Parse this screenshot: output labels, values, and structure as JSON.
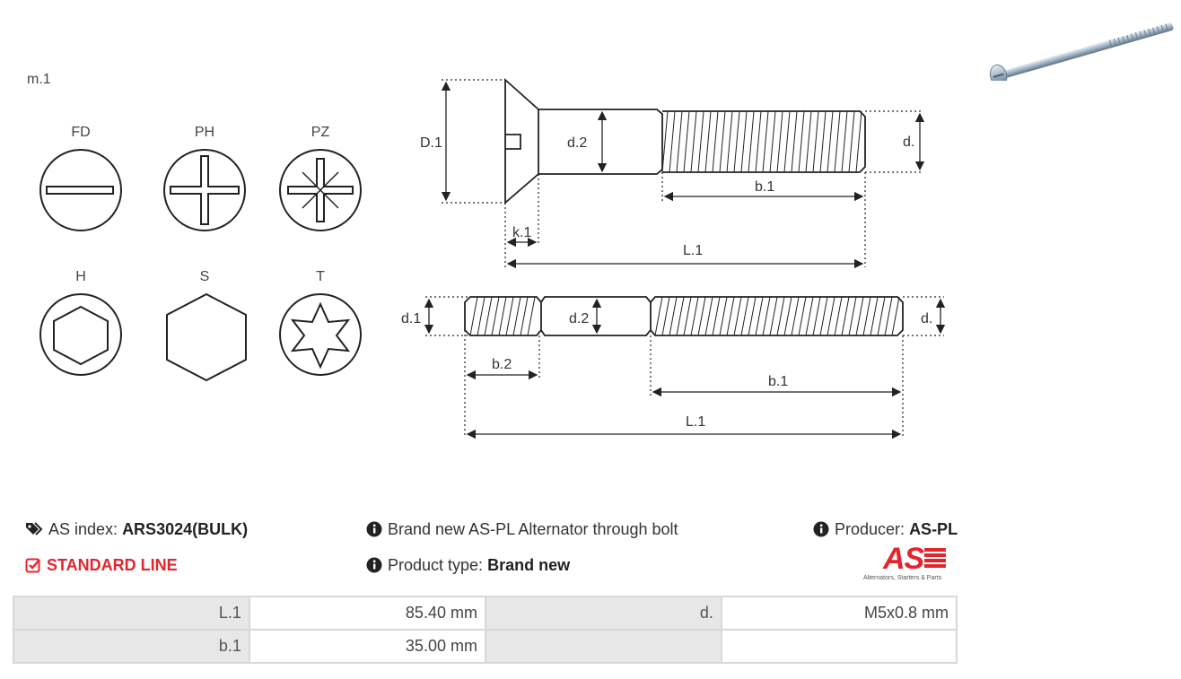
{
  "model_label": "m.1",
  "heads": [
    {
      "code": "FD",
      "icon": "flat-slot-drive-icon"
    },
    {
      "code": "PH",
      "icon": "phillips-drive-icon"
    },
    {
      "code": "PZ",
      "icon": "pozidriv-drive-icon"
    },
    {
      "code": "H",
      "icon": "hex-socket-drive-icon"
    },
    {
      "code": "S",
      "icon": "hex-head-icon"
    },
    {
      "code": "T",
      "icon": "torx-drive-icon"
    }
  ],
  "diagram_top": {
    "D1": "D.1",
    "d2": "d.2",
    "d": "d.",
    "b1": "b.1",
    "k1": "k.1",
    "L1": "L.1"
  },
  "diagram_bottom": {
    "d1": "d.1",
    "d2": "d.2",
    "d": "d.",
    "b2": "b.2",
    "b1": "b.1",
    "L1": "L.1"
  },
  "info": {
    "as_index_label": "AS index:",
    "as_index_value": "ARS3024(BULK)",
    "description": "Brand new AS-PL Alternator through bolt",
    "producer_label": "Producer:",
    "producer_value": "AS-PL",
    "line": "STANDARD LINE",
    "product_type_label": "Product type:",
    "product_type_value": "Brand new"
  },
  "logo": {
    "text": "AS",
    "tagline": "Alternators, Starters & Parts",
    "color": "#e3262e"
  },
  "specs": [
    {
      "k1": "L.1",
      "v1": "85.40 mm",
      "k2": "d.",
      "v2": "M5x0.8 mm"
    },
    {
      "k1": "b.1",
      "v1": "35.00 mm",
      "k2": "",
      "v2": ""
    }
  ]
}
